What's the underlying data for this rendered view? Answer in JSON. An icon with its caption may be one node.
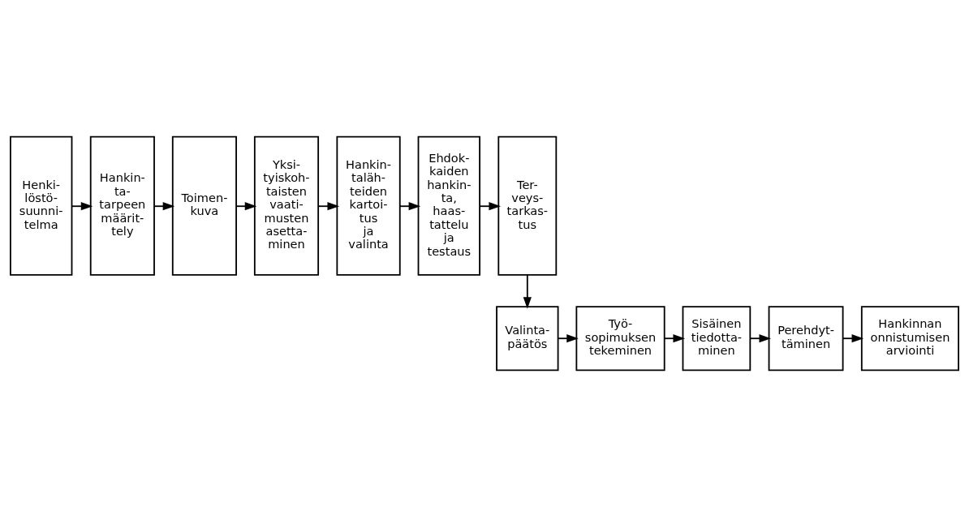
{
  "diagram": {
    "nodes": [
      {
        "text": [
          "Henki- löstö- suunni- telma"
        ]
      },
      {
        "text": [
          "Hankin- ta- tarpeen määrit- tely"
        ]
      },
      {
        "text": [
          "Toimen- kuva"
        ]
      },
      {
        "text": [
          "Yksi- tyiskoh- taisten vaati- musten asetta- minen"
        ]
      },
      {
        "text": [
          "Hankin- taläh- teiden kartoi- tus ja valinta"
        ]
      },
      {
        "text": [
          "Ehdok- kaiden hankin- ta, haas- tattelu ja testaus"
        ]
      },
      {
        "text": [
          "Ter- veys- tarkas- tus"
        ]
      },
      {
        "text": [
          "Valinta- päätös"
        ]
      },
      {
        "text": [
          "Työ- sopimuksen tekeminen"
        ]
      },
      {
        "text": [
          "Sisäinen tiedotta- minen"
        ]
      },
      {
        "text": [
          "Perehdyt- täminen"
        ]
      },
      {
        "text": [
          "Hankinnan onnistumisen arviointi"
        ]
      }
    ],
    "edges": [
      {
        "from": 0,
        "to": 1,
        "arrow": "to"
      },
      {
        "from": 1,
        "to": 2,
        "arrow": "to"
      },
      {
        "from": 2,
        "to": 3,
        "arrow": "to"
      },
      {
        "from": 3,
        "to": 4,
        "arrow": "to"
      },
      {
        "from": 4,
        "to": 5,
        "arrow": "to"
      },
      {
        "from": 5,
        "to": 6,
        "arrow": "to"
      },
      {
        "from": 6,
        "to": 7,
        "arrow": "to"
      },
      {
        "from": 7,
        "to": 8,
        "arrow": "to"
      },
      {
        "from": 8,
        "to": 9,
        "arrow": "to"
      },
      {
        "from": 9,
        "to": 10,
        "arrow": "to"
      },
      {
        "from": 10,
        "to": 11,
        "arrow": "to"
      }
    ]
  }
}
